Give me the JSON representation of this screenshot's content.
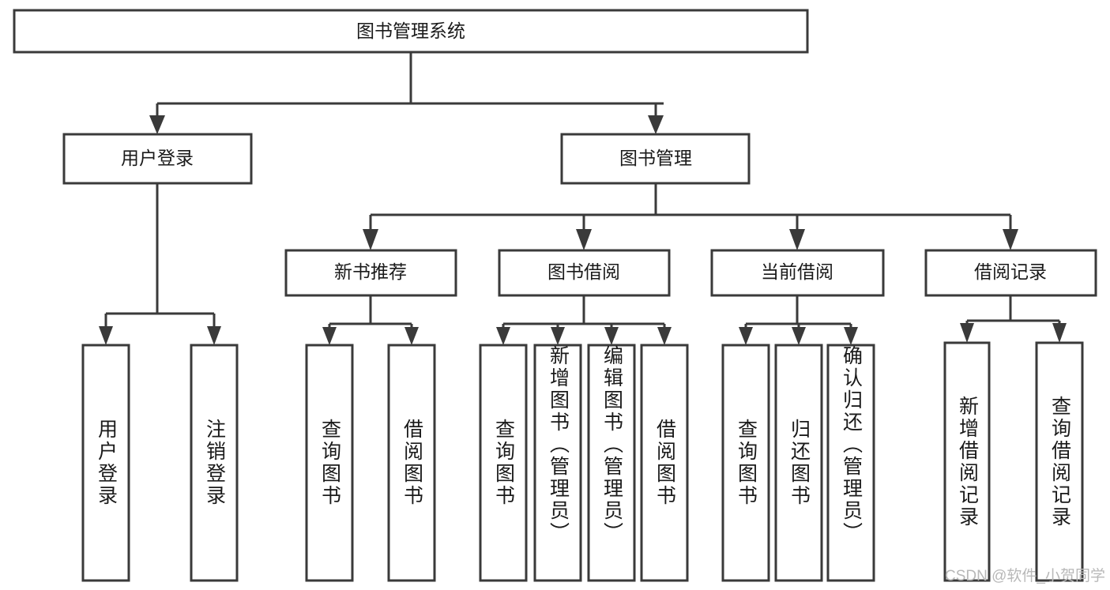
{
  "diagram": {
    "title": "图书管理系统",
    "type": "hierarchy-tree",
    "orientation": "top-down",
    "colors": {
      "background": "#ffffff",
      "box_stroke": "#3a3a3a",
      "box_fill": "#ffffff",
      "connector": "#3a3a3a",
      "text": "#1a1a1a",
      "watermark": "#b8b8b8"
    },
    "root": {
      "label": "图书管理系统"
    },
    "level2": [
      {
        "label": "用户登录"
      },
      {
        "label": "图书管理"
      }
    ],
    "level3": [
      {
        "label": "新书推荐"
      },
      {
        "label": "图书借阅"
      },
      {
        "label": "当前借阅"
      },
      {
        "label": "借阅记录"
      }
    ],
    "leaves": {
      "user_login": [
        {
          "label": "用户登录"
        },
        {
          "label": "注销登录"
        }
      ],
      "new_book_recommend": [
        {
          "label": "查询图书"
        },
        {
          "label": "借阅图书"
        }
      ],
      "book_borrow": [
        {
          "label": "查询图书"
        },
        {
          "label": "新增图书（管理员）"
        },
        {
          "label": "编辑图书（管理员）"
        },
        {
          "label": "借阅图书"
        }
      ],
      "current_borrow": [
        {
          "label": "查询图书"
        },
        {
          "label": "归还图书"
        },
        {
          "label": "确认归还（管理员）"
        }
      ],
      "borrow_record": [
        {
          "label": "新增借阅记录"
        },
        {
          "label": "查询借阅记录"
        }
      ]
    },
    "watermark": "CSDN @软件_小贺同学"
  }
}
